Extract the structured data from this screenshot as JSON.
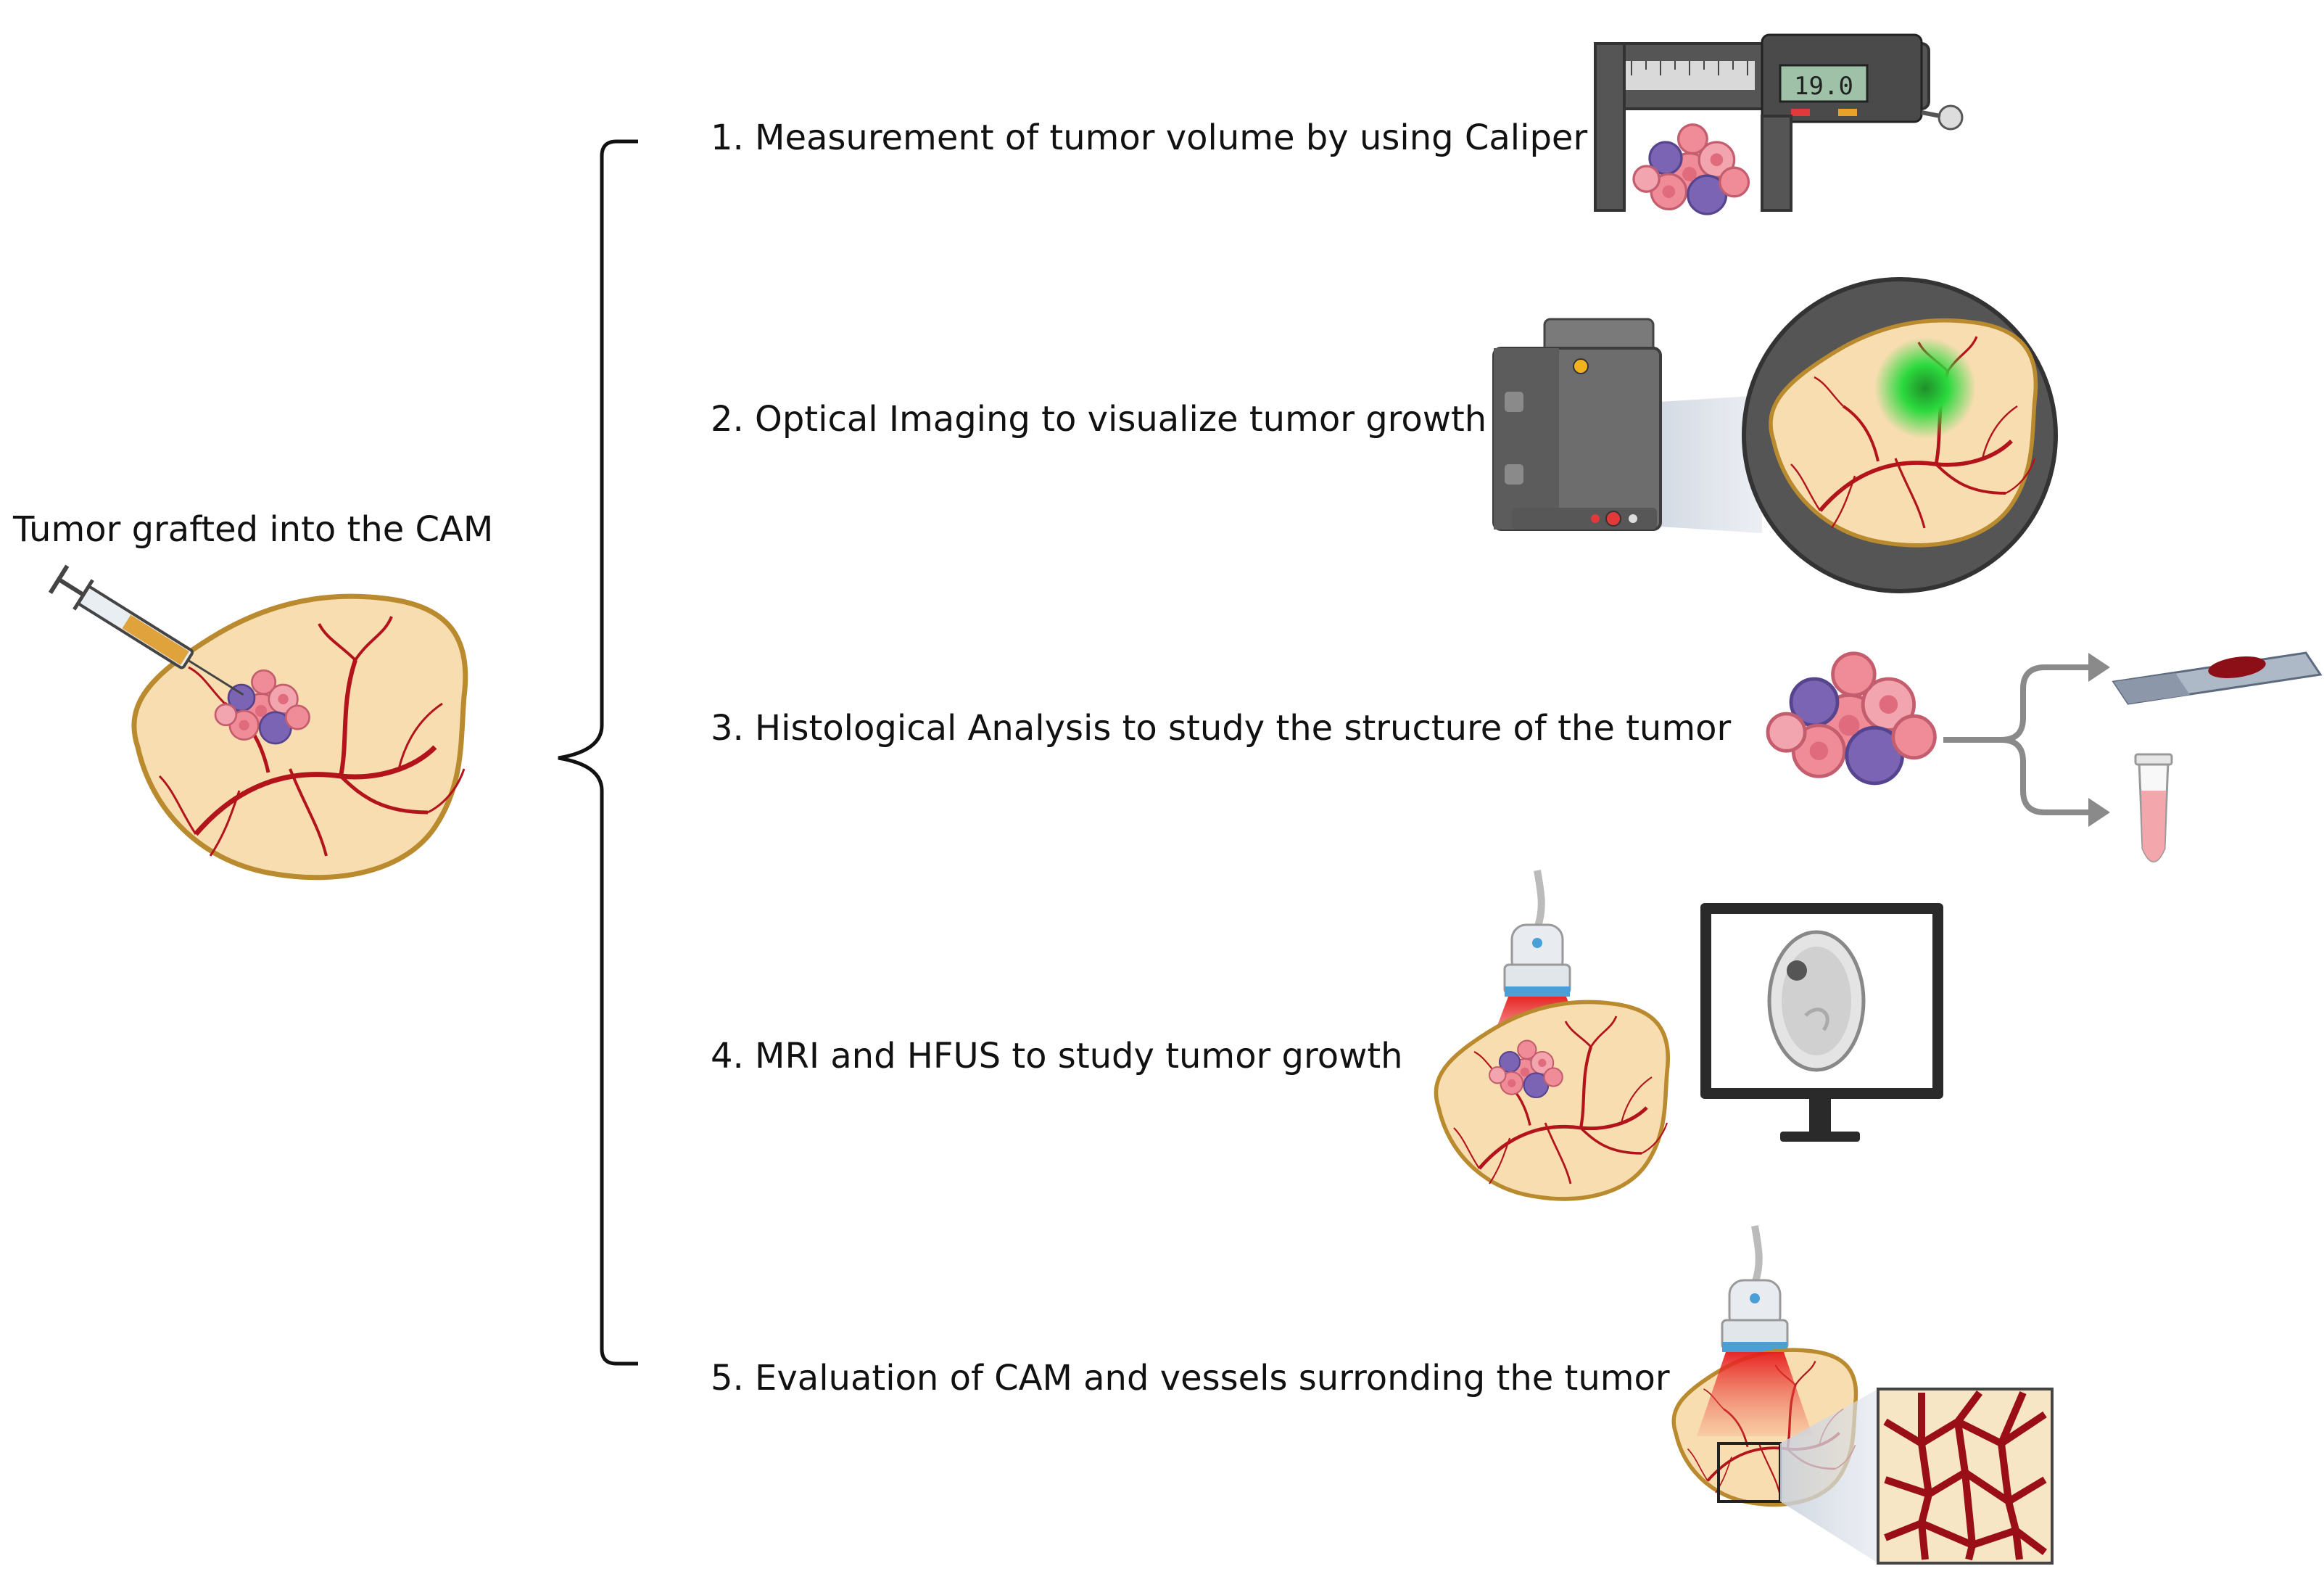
{
  "left_label": "Tumor grafted into the CAM",
  "steps": [
    {
      "label": "1. Measurement of tumor volume by using Caliper"
    },
    {
      "label": "2. Optical Imaging to visualize tumor growth"
    },
    {
      "label": "3. Histological Analysis to study the structure of the tumor"
    },
    {
      "label": "4. MRI and HFUS to study tumor growth"
    },
    {
      "label": "5. Evaluation of CAM and vessels surronding the tumor"
    }
  ],
  "caliper_reading": "19.0",
  "colors": {
    "cam_fill": "#f7ddb0",
    "cam_border": "#b98a2e",
    "vessel": "#b3141b",
    "tumor_pink": "#ef8c98",
    "tumor_purple": "#7b64b3",
    "fluorescence": "#29d93b",
    "device_gray": "#6d6d6d",
    "probe_blue": "#4aa0d6"
  }
}
